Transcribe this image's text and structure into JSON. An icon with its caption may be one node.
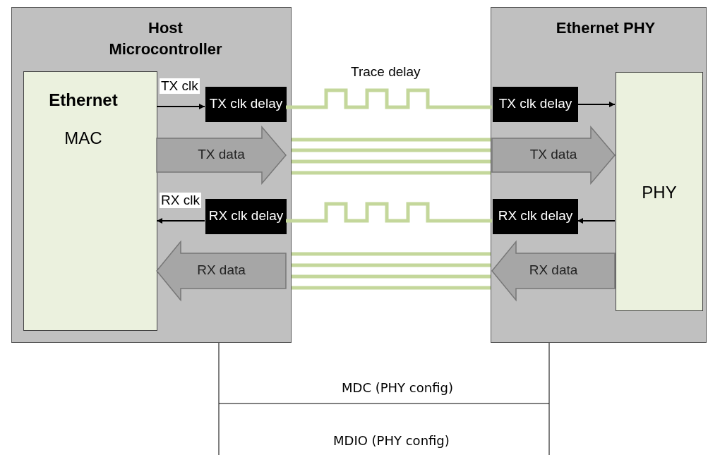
{
  "diagram": {
    "nodes": [
      {
        "text": [
          "Host Microcontroller"
        ]
      },
      {
        "text": [
          "Ethernet",
          "MAC"
        ],
        "in": 0
      },
      {
        "text": [
          "TX clk delay"
        ],
        "in": 0
      },
      {
        "text": [
          "RX clk delay"
        ],
        "in": 0
      },
      {
        "text": [
          "Ethernet PHY"
        ]
      },
      {
        "text": [
          "PHY"
        ],
        "in": 4
      },
      {
        "text": [
          "TX clk delay"
        ],
        "in": 4
      },
      {
        "text": [
          "RX clk delay"
        ],
        "in": 4
      }
    ],
    "edges": [
      {
        "from": 1,
        "to": 2,
        "arrow": "to",
        "label": "TX clk",
        "color": "#000000"
      },
      {
        "from": 3,
        "to": 1,
        "arrow": "to",
        "label": "RX clk",
        "color": "#000000"
      },
      {
        "from": 6,
        "to": 5,
        "arrow": "to",
        "color": "#000000"
      },
      {
        "from": 5,
        "to": 7,
        "arrow": "to",
        "color": "#000000"
      },
      {
        "from": 2,
        "to": 6,
        "arrow": "none",
        "label": "Trace delay"
      },
      {
        "from": 7,
        "to": 3,
        "arrow": "none"
      },
      {
        "from": 0,
        "to": 4,
        "arrow": "none"
      },
      {
        "from": 0,
        "to": 4,
        "arrow": "none"
      },
      {
        "from": 0,
        "to": 4,
        "arrow": "none"
      },
      {
        "from": 0,
        "to": 4,
        "arrow": "none"
      },
      {
        "from": 4,
        "to": 0,
        "arrow": "none"
      },
      {
        "from": 4,
        "to": 0,
        "arrow": "none"
      },
      {
        "from": 4,
        "to": 0,
        "arrow": "none"
      },
      {
        "from": 4,
        "to": 0,
        "arrow": "none"
      },
      {
        "from": 0,
        "to": 4,
        "arrow": "none",
        "label": "MDC (PHY config)",
        "color": "#000000"
      },
      {
        "from": 1,
        "to": null,
        "arrow": "to",
        "label": "TX data",
        "style": "thick",
        "color": "#a6a6a6"
      },
      {
        "from": null,
        "to": 1,
        "arrow": "to",
        "label": "RX data",
        "style": "thick",
        "color": "#a6a6a6"
      },
      {
        "from": null,
        "to": 5,
        "arrow": "to",
        "label": "TX data",
        "style": "thick",
        "color": "#a6a6a6"
      },
      {
        "from": 5,
        "to": null,
        "arrow": "to",
        "label": "RX data",
        "style": "thick",
        "color": "#a6a6a6"
      }
    ],
    "labels": [
      "MDIO (PHY config)"
    ]
  }
}
